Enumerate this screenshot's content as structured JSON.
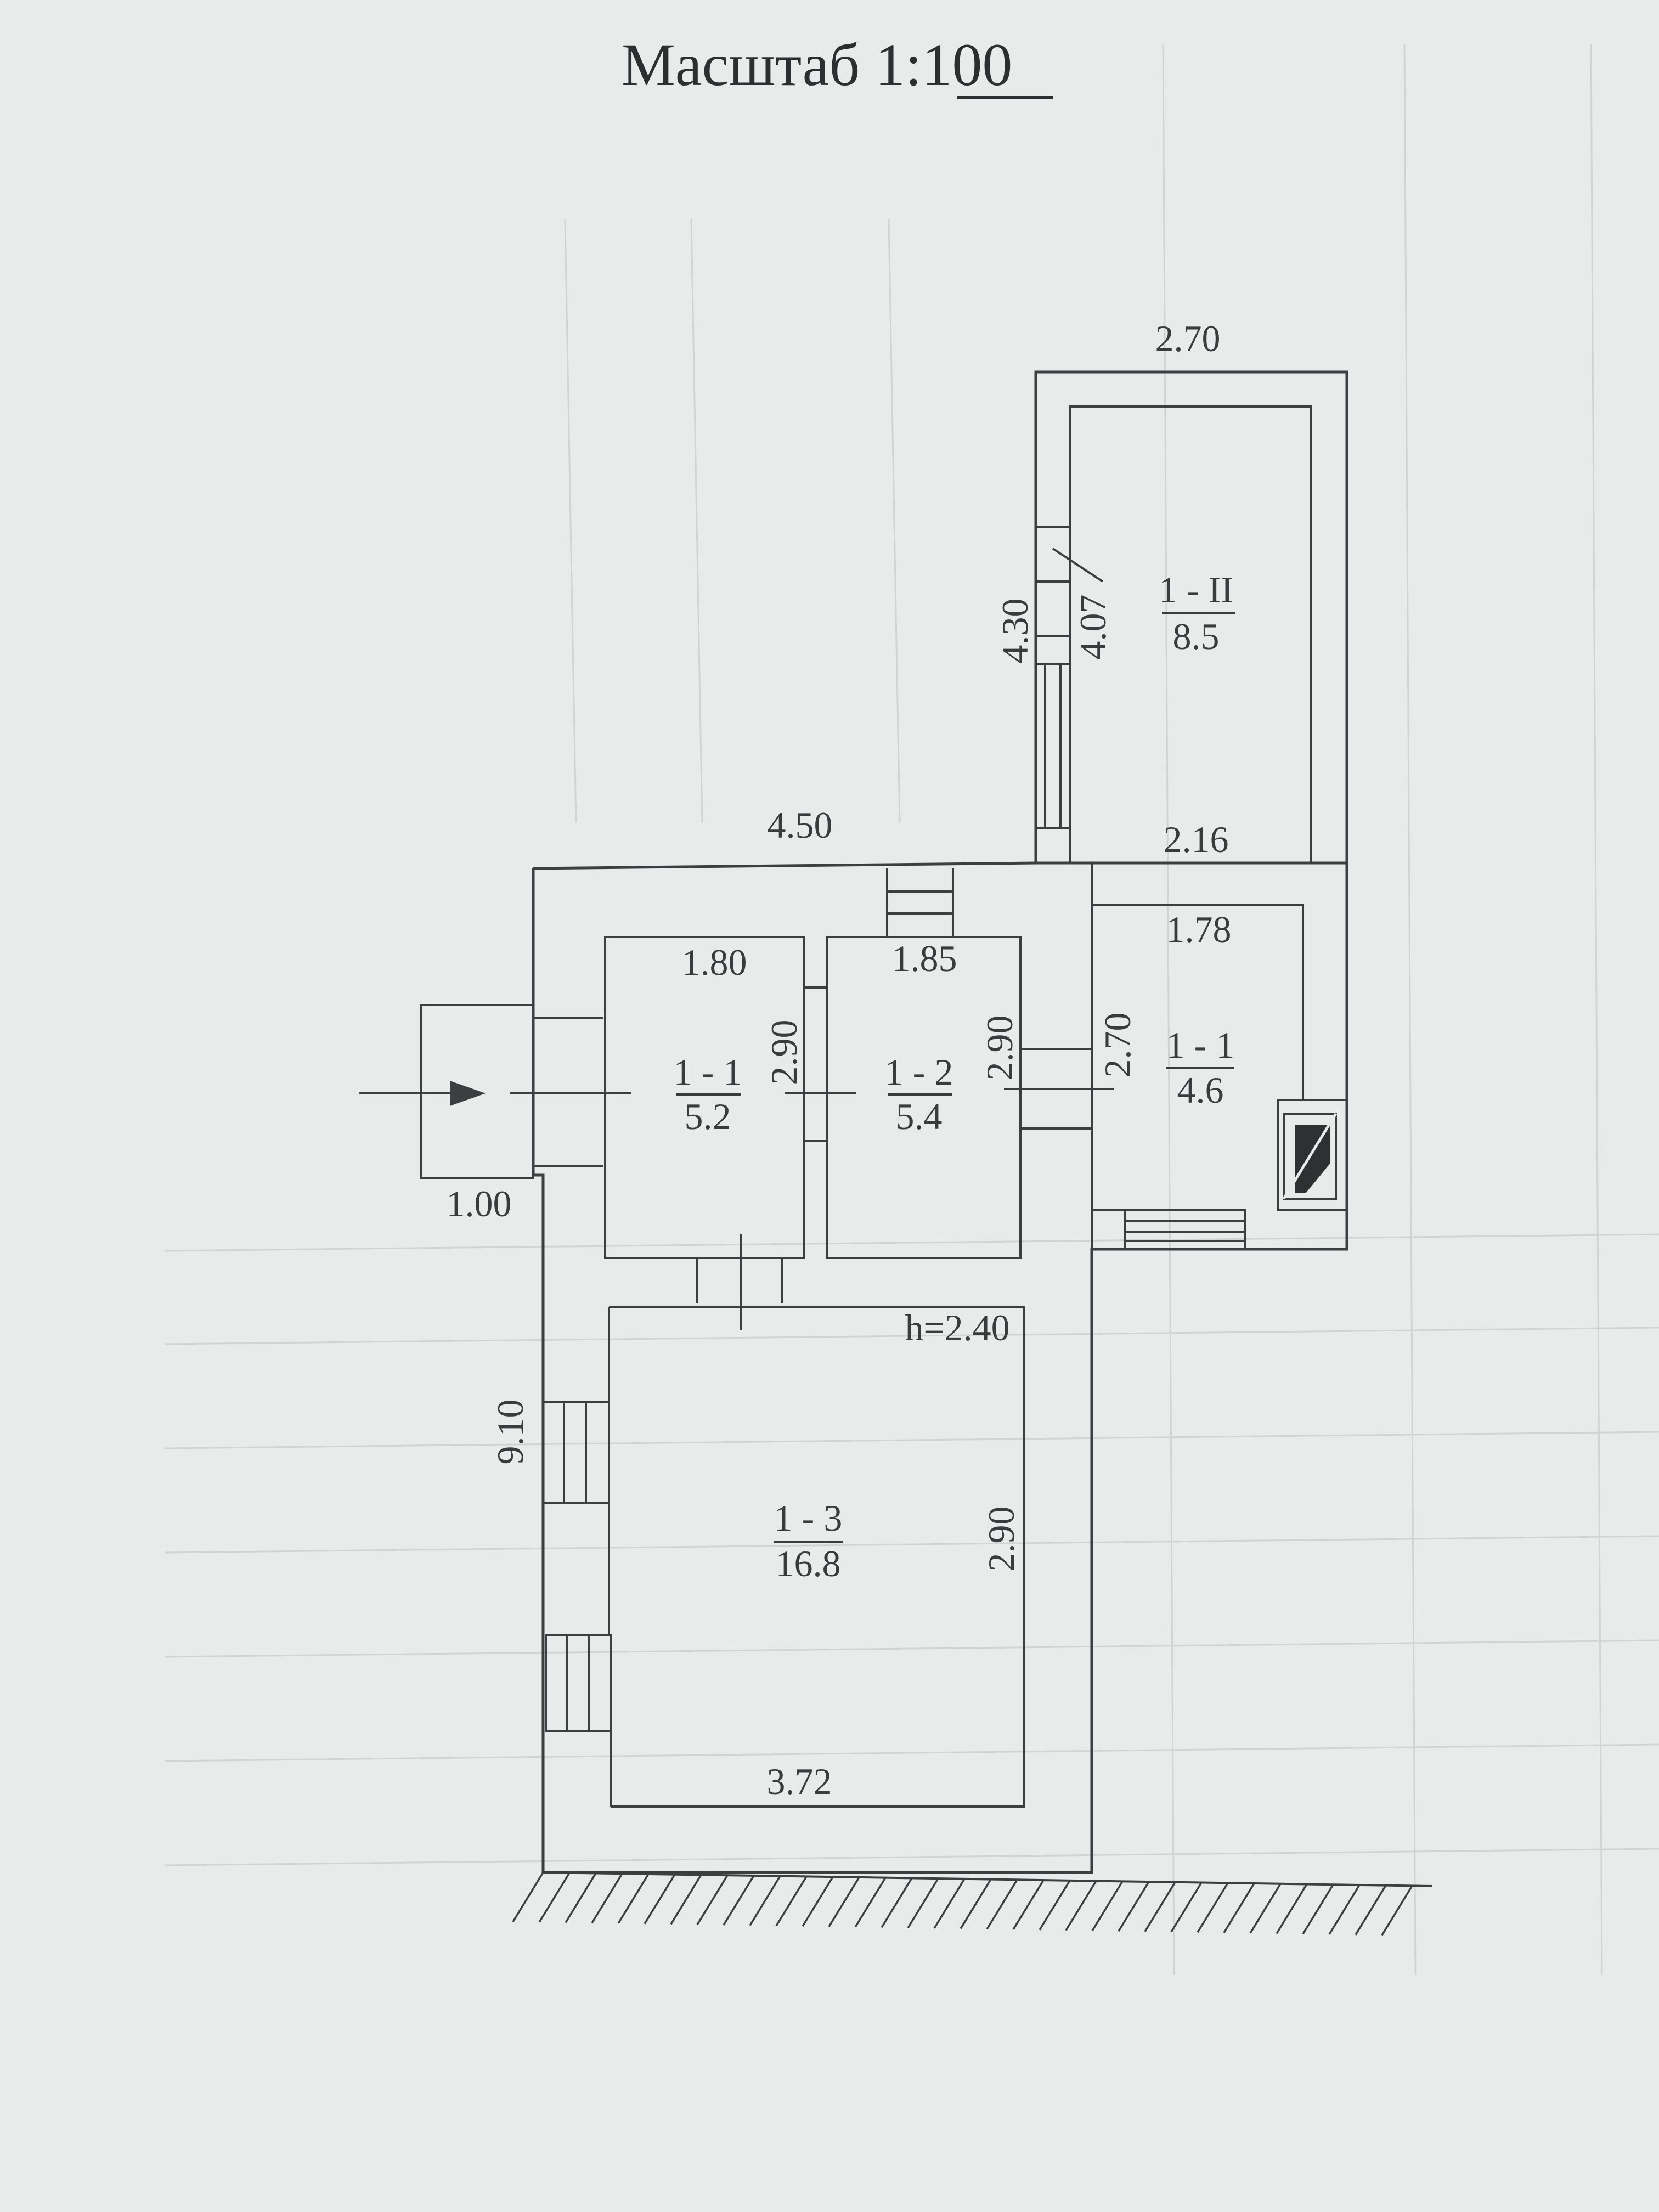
{
  "title": {
    "text": "Масштаб 1:",
    "scale": "100"
  },
  "rooms": [
    {
      "id": "1 - II",
      "area": "8.5"
    },
    {
      "id": "1 - 1",
      "area": "5.2"
    },
    {
      "id": "1 - 2",
      "area": "5.4"
    },
    {
      "id": "1 - 1",
      "area": "4.6"
    },
    {
      "id": "1 - 3",
      "area": "16.8"
    }
  ],
  "dimensions": {
    "top_annex_width": "2.70",
    "annex_outer_height": "4.30",
    "annex_inner_height": "4.07",
    "main_width": "4.50",
    "annex_inner_width": "2.16",
    "room_1_1_width": "1.80",
    "room_1_2_width": "1.85",
    "room_1_1_right_width": "1.78",
    "room_1_1_height": "2.90",
    "room_1_2_height": "2.90",
    "room_1_1_right_height": "2.70",
    "porch_width": "1.00",
    "ceiling_height": "h=2.40",
    "total_length": "9.10",
    "room_1_3_height": "2.90",
    "room_1_3_width": "3.72"
  },
  "colors": {
    "paper": "#e9eaea",
    "ink": "#3a3b3d"
  }
}
